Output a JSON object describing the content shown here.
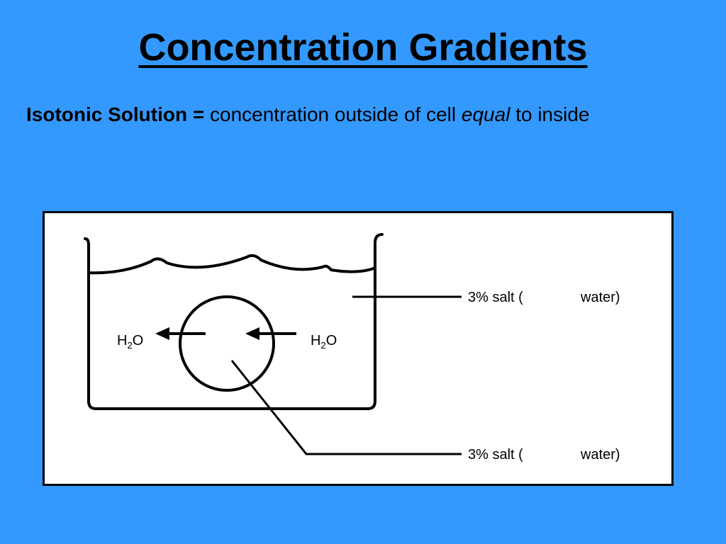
{
  "slide": {
    "title": "Concentration Gradients",
    "definition": {
      "term": "Isotonic Solution =",
      "text_before": " concentration outside of cell ",
      "emphasis": "equal",
      "text_after": " to inside"
    }
  },
  "diagram": {
    "outside_label": "3% salt (",
    "outside_label_tail": "water)",
    "inside_label": "3% salt (",
    "inside_label_tail": "water)",
    "water_left": {
      "base": "H",
      "sub": "2",
      "tail": "O"
    },
    "water_right": {
      "base": "H",
      "sub": "2",
      "tail": "O"
    }
  },
  "colors": {
    "background": "#3399ff",
    "panel": "#ffffff",
    "ink": "#000000"
  }
}
